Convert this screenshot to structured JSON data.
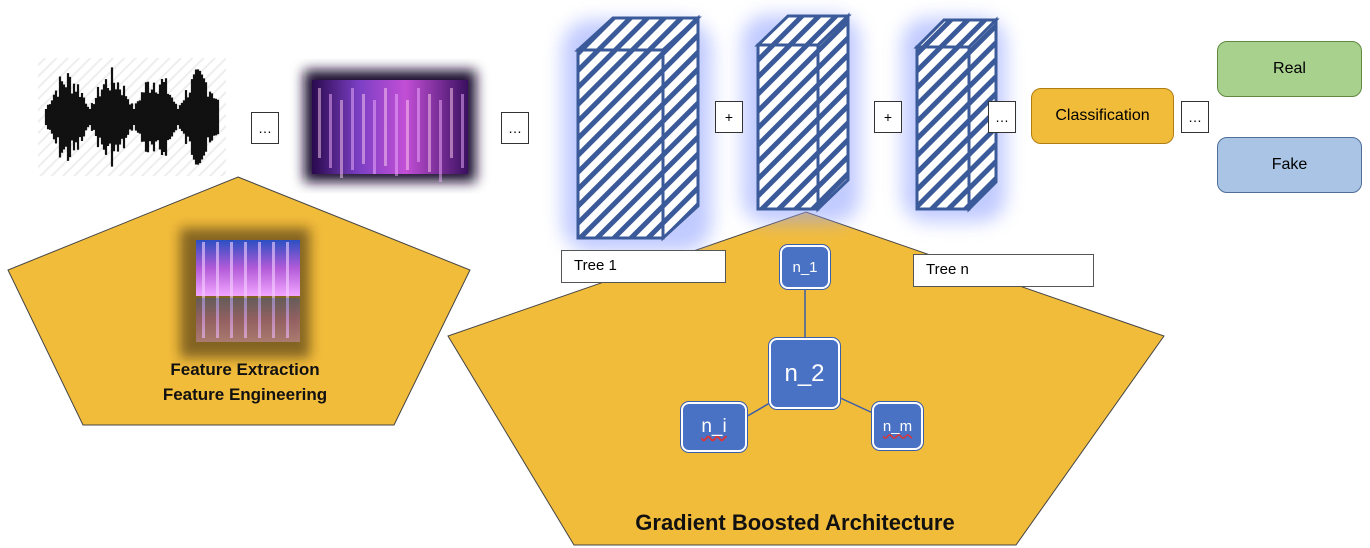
{
  "separators": {
    "ellipsis": "…",
    "plus": "+"
  },
  "trees": {
    "first_label": "Tree 1",
    "last_label": "Tree n"
  },
  "classification": {
    "label": "Classification"
  },
  "outputs": {
    "real": "Real",
    "fake": "Fake"
  },
  "nodes": {
    "n1": "n_1",
    "n2": "n_2",
    "ni": "n_i",
    "nm": "n_m"
  },
  "feature_panel": {
    "line1": "Feature Extraction",
    "line2": "Feature Engineering"
  },
  "gradient_panel": {
    "title": "Gradient Boosted Architecture"
  },
  "colors": {
    "pentagon": "#f2bc3b",
    "classification": "#f2bc3b",
    "real": "#a9d18e",
    "fake": "#a9c4e4",
    "node": "#4a72c4",
    "cube": "#3b5a99",
    "glow": "#6f7fe0"
  }
}
